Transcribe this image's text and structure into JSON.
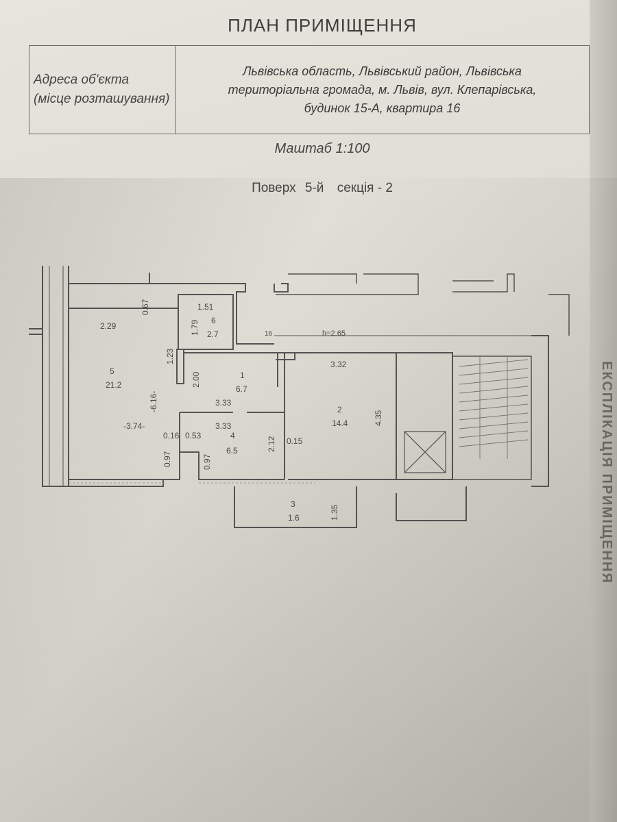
{
  "title": "ПЛАН ПРИМІЩЕННЯ",
  "address": {
    "label_line1": "Адреса об'єкта",
    "label_line2": "(місце розташування)",
    "value_line1": "Львівська область, Львівський район, Львівська",
    "value_line2": "територіальна громада, м. Львів, вул. Клепарівська,",
    "value_line3": "будинок 15-А, квартира 16"
  },
  "scale": "Маштаб 1:100",
  "floor": {
    "prefix": "Поверх",
    "number": "5-й",
    "section": "секція - 2"
  },
  "side_text": "ЕКСПЛІКАЦІЯ ПРИМІЩЕННЯ",
  "plan": {
    "apartment_number": "16",
    "ceiling_height": "h=2.65",
    "rooms": [
      {
        "number": "5",
        "area": "21.2"
      },
      {
        "number": "6",
        "area": "2.7"
      },
      {
        "number": "1",
        "area": "6.7"
      },
      {
        "number": "4",
        "area": "6.5"
      },
      {
        "number": "2",
        "area": "14.4"
      },
      {
        "number": "3",
        "area": "1.6"
      }
    ],
    "dimensions": {
      "d_2_29": "2.29",
      "d_0_67": "0.67",
      "d_1_51": "1.51",
      "d_1_79": "1.79",
      "d_1_23": "1.23",
      "d_2_00": "2.00",
      "d_6_16": "-6.16-",
      "d_3_74": "-3.74-",
      "d_3_33a": "3.33",
      "d_3_33b": "3.33",
      "d_3_32": "3.32",
      "d_4_35": "4.35",
      "d_0_16": "0.16",
      "d_0_53": "0.53",
      "d_2_12": "2.12",
      "d_0_15": "0.15",
      "d_0_97a": "0.97",
      "d_0_97b": "0.97",
      "d_1_35": "1.35"
    }
  }
}
